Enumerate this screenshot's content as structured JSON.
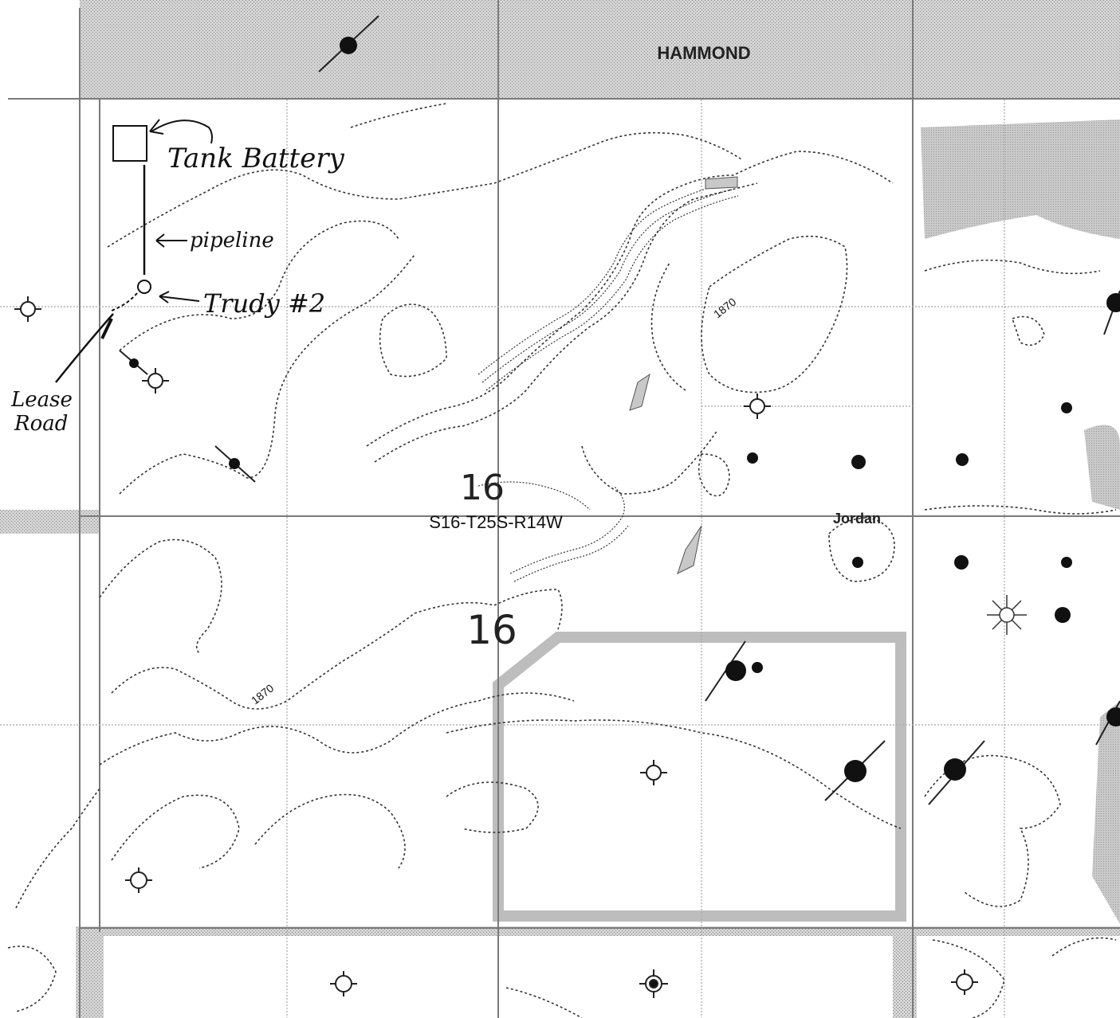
{
  "map": {
    "lease_names": {
      "top": "HAMMOND",
      "right": "Jordan"
    },
    "section": {
      "number_upper": "16",
      "label": "S16-T25S-R14W",
      "number_lower": "16"
    },
    "contour_labels": {
      "upper": "1870",
      "lower": "1870"
    },
    "annotations": {
      "tank_battery": "Tank Battery",
      "pipeline": "pipeline",
      "well": "Trudy #2",
      "lease_road_line1": "Lease",
      "lease_road_line2": "Road"
    },
    "colors": {
      "band": "#bdbdbd",
      "grid": "#7a7a7a",
      "contour": "#333333",
      "shade": "#c8c8c8",
      "ink": "#111111"
    },
    "icons": [
      "producing-well-icon",
      "dry-hole-icon",
      "location-well-icon",
      "plugged-well-icon",
      "injection-well-icon"
    ]
  }
}
